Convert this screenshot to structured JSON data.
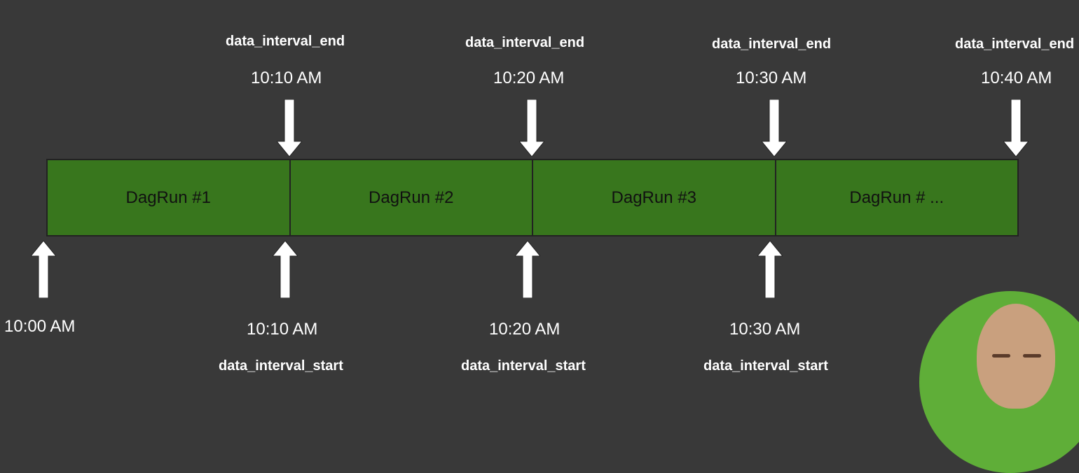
{
  "top_markers": [
    {
      "label": "data_interval_end",
      "time": "10:10 AM"
    },
    {
      "label": "data_interval_end",
      "time": "10:20 AM"
    },
    {
      "label": "data_interval_end",
      "time": "10:30 AM"
    },
    {
      "label": "data_interval_end",
      "time": "10:40 AM"
    }
  ],
  "bottom_markers": [
    {
      "label": "",
      "time": "10:00 AM"
    },
    {
      "label": "data_interval_start",
      "time": "10:10 AM"
    },
    {
      "label": "data_interval_start",
      "time": "10:20 AM"
    },
    {
      "label": "data_interval_start",
      "time": "10:30 AM"
    }
  ],
  "dag_runs": [
    "DagRun #1",
    "DagRun #2",
    "DagRun #3",
    "DagRun # ..."
  ],
  "colors": {
    "background": "#393939",
    "segment": "#38761d",
    "arrow": "#ffffff",
    "webcam_bg": "#5fae38"
  },
  "icons": {
    "down_arrow": "arrow-down-icon",
    "up_arrow": "arrow-up-icon"
  }
}
